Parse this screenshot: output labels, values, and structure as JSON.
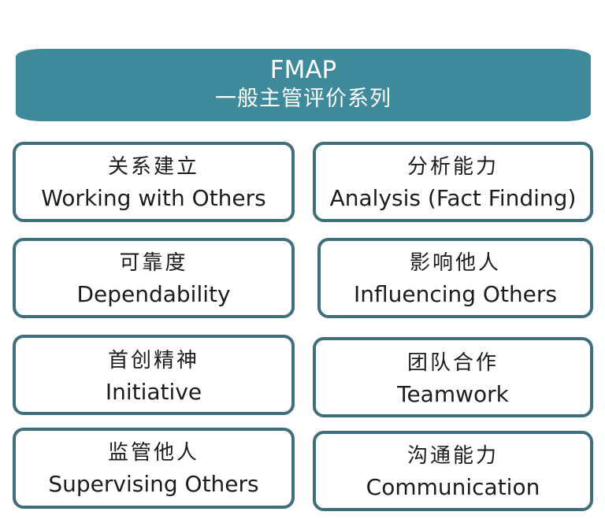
{
  "header": {
    "title": "FMAP",
    "subtitle": "一般主管评价系列"
  },
  "cards": [
    {
      "zh": "关系建立",
      "en": "Working with Others"
    },
    {
      "zh": "分析能力",
      "en": "Analysis (Fact Finding)"
    },
    {
      "zh": "可靠度",
      "en": "Dependability"
    },
    {
      "zh": "影响他人",
      "en": "Influencing Others"
    },
    {
      "zh": "首创精神",
      "en": "Initiative"
    },
    {
      "zh": "团队合作",
      "en": "Teamwork"
    },
    {
      "zh": "监管他人",
      "en": "Supervising Others"
    },
    {
      "zh": "沟通能力",
      "en": "Communication"
    }
  ],
  "colors": {
    "header_bg": "#3e8a9b",
    "card_border": "#3f6f7a",
    "text": "#1c1c1c"
  }
}
